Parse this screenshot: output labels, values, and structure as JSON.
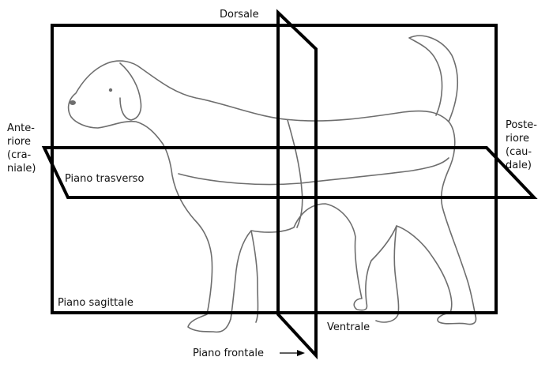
{
  "diagram": {
    "labels": {
      "dorsale": "Dorsale",
      "ventrale": "Ventrale",
      "anteriore": [
        "Ante-",
        "riore",
        "(cra-",
        "niale)"
      ],
      "posteriore": [
        "Poste-",
        "riore",
        "(cau-",
        "dale)"
      ],
      "piano_trasverso": "Piano trasverso",
      "piano_sagittale": "Piano sagittale",
      "piano_frontale": "Piano frontale"
    },
    "colors": {
      "plane_stroke": "#000000",
      "dog_stroke": "#6e6e6e",
      "background": "#ffffff"
    }
  }
}
